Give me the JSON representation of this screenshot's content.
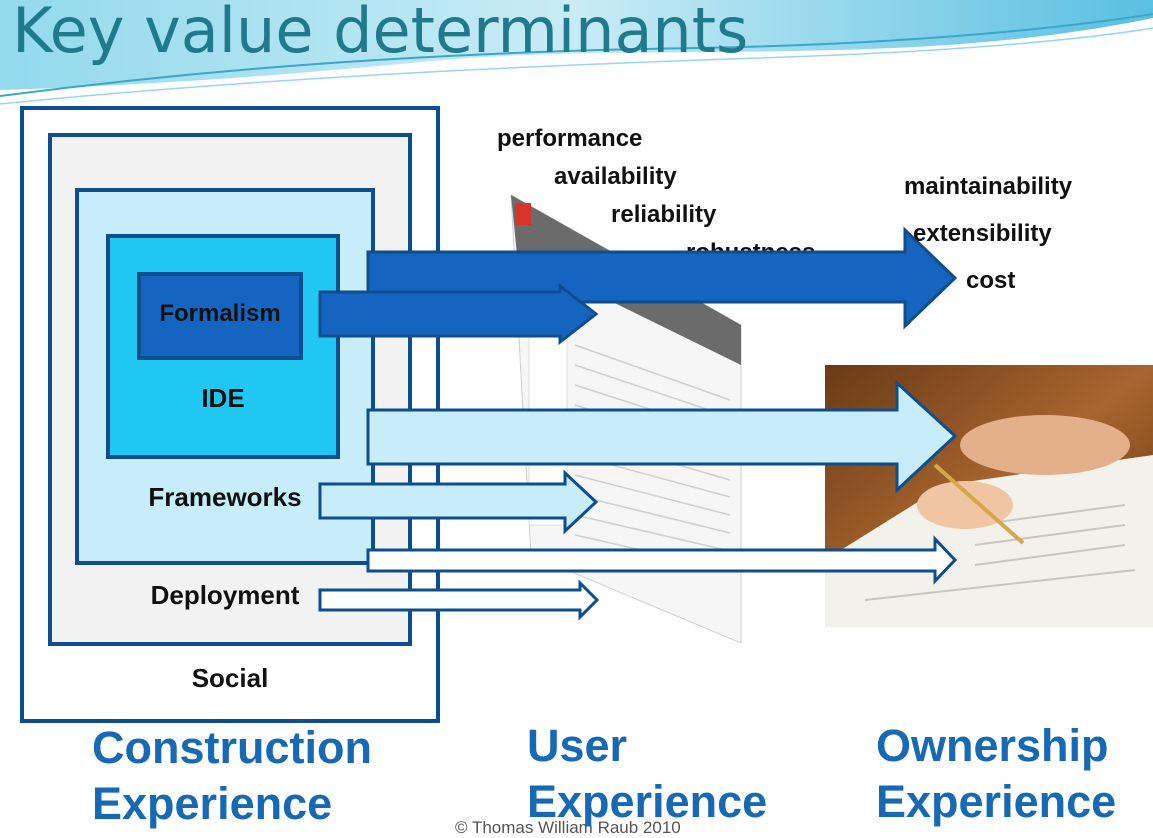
{
  "slide": {
    "title": "Key value determinants",
    "footer": "© Thomas William Raub 2010"
  },
  "layers": {
    "formalism": "Formalism",
    "ide": "IDE",
    "frameworks": "Frameworks",
    "deployment": "Deployment",
    "social": "Social"
  },
  "qualities": {
    "user": [
      "performance",
      "availability",
      "reliability",
      "robustness"
    ],
    "ownership": [
      "maintainability",
      "extensibility",
      "cost"
    ]
  },
  "experiences": {
    "construction": [
      "Construction",
      "Experience"
    ],
    "user": [
      "User",
      "Experience"
    ],
    "ownership": [
      "Ownership",
      "Experience"
    ]
  },
  "colors": {
    "title": "#1f7a8c",
    "box_border": "#0e4e8e",
    "formalism_fill": "#1565c0",
    "ide_fill": "#21c7f3",
    "frameworks_fill": "#c7ecfa",
    "deployment_fill": "#f2f2f2",
    "experience_text": "#1669b2",
    "arrow_dark": "#1565c0",
    "arrow_light": "#c7ecfa"
  }
}
